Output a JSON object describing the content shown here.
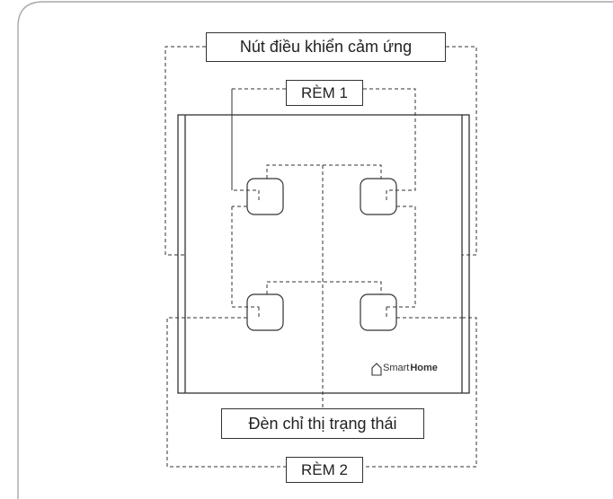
{
  "labels": {
    "touch_buttons": "Nút điều khiển cảm ứng",
    "curtain_1": "RÈM 1",
    "status_light": "Đèn chỉ thị trạng thái",
    "curtain_2": "RÈM 2"
  },
  "brand": {
    "prefix": "Smart",
    "suffix": "Home",
    "icon": "house-icon"
  },
  "colors": {
    "line": "#333333",
    "frame": "#999999"
  }
}
